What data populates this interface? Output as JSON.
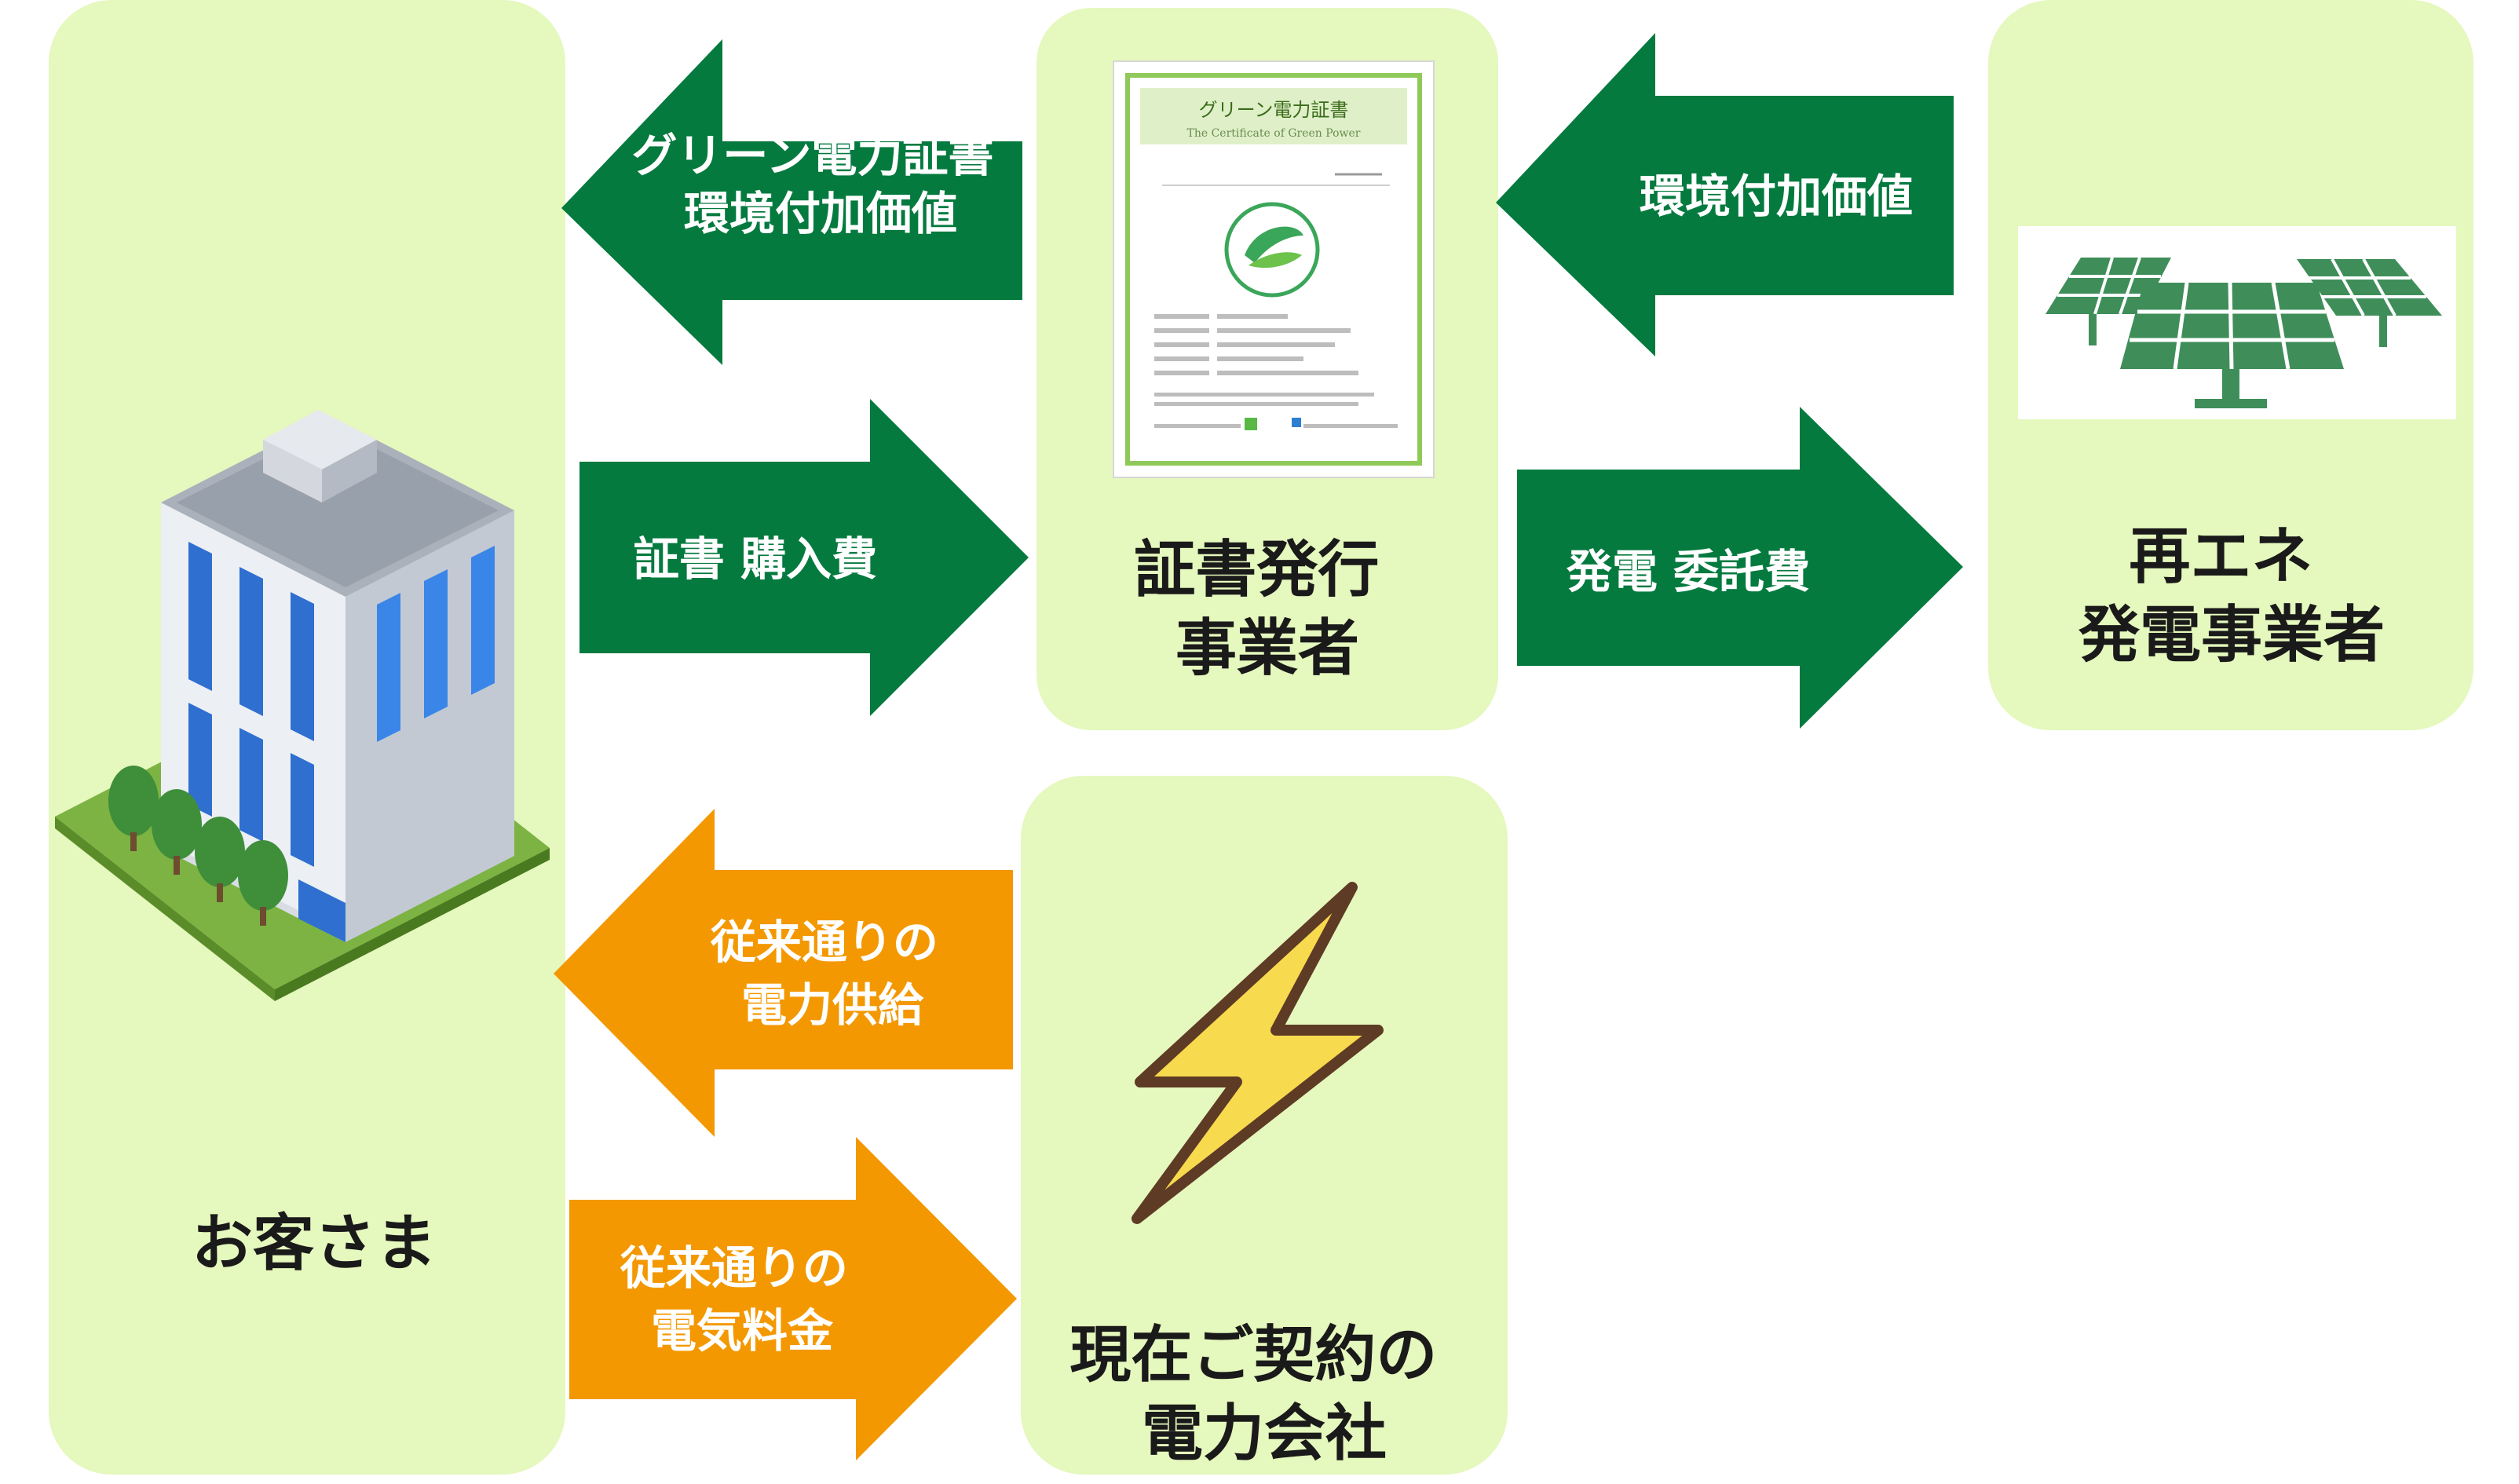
{
  "colors": {
    "box_bg": "#e5f8bd",
    "green_arrow": "#057a3f",
    "orange_arrow": "#f39800",
    "label_dark": "#1a1a1a",
    "label_light": "#ffffff"
  },
  "boxes": {
    "customer": {
      "label": "お客さま",
      "icon": "office-building-icon"
    },
    "certifier": {
      "label_lines": [
        "証書発行",
        "事業者"
      ],
      "icon": "green-power-certificate-icon"
    },
    "generator": {
      "label_lines": [
        "再エネ",
        "発電事業者"
      ],
      "icon": "solar-panel-icon"
    },
    "utility": {
      "label_lines": [
        "現在ご契約の",
        "電力会社"
      ],
      "icon": "lightning-bolt-icon"
    }
  },
  "arrows": {
    "cert_to_customer": {
      "lines": [
        "グリーン電力証書",
        "環境付加価値"
      ],
      "color": "green"
    },
    "customer_to_cert": {
      "lines": [
        "証書 購入費"
      ],
      "color": "green"
    },
    "gen_to_cert": {
      "lines": [
        "環境付加価値"
      ],
      "color": "green"
    },
    "cert_to_gen": {
      "lines": [
        "発電 委託費"
      ],
      "color": "green"
    },
    "utility_to_customer": {
      "lines": [
        "従来通りの",
        "電力供給"
      ],
      "color": "orange"
    },
    "customer_to_utility": {
      "lines": [
        "従来通りの",
        "電気料金"
      ],
      "color": "orange"
    }
  },
  "certificate": {
    "title": "グリーン電力証書",
    "subtitle": "The Certificate of Green Power"
  }
}
